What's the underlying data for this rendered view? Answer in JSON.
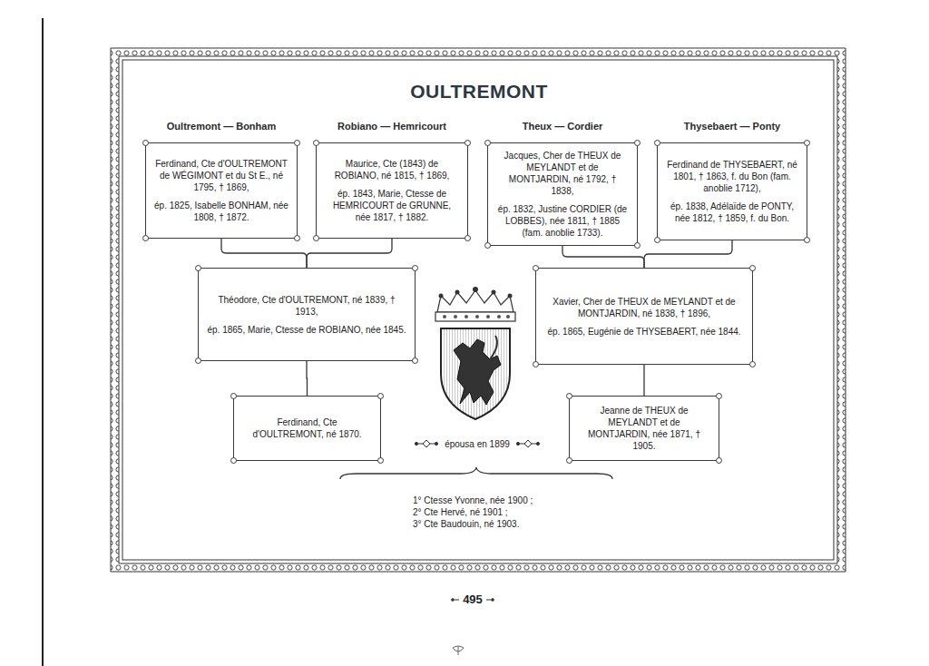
{
  "diagram": {
    "title": "OULTREMONT",
    "nodes": [
      {
        "text": [
          "Oultremont — Bonham",
          "Ferdinand, Cte d'OULTREMONT de WÉGIMONT et du St E., né 1795, † 1869,",
          "ép. 1825, Isabelle BONHAM, née 1808, † 1872."
        ]
      },
      {
        "text": [
          "Robiano — Hemricourt",
          "Maurice, Cte (1843) de ROBIANO, né 1815, † 1869,",
          "ép. 1843, Marie, Ctesse de HEMRICOURT de GRUNNE, née 1817, † 1882."
        ]
      },
      {
        "text": [
          "Theux — Cordier",
          "Jacques, Cher de THEUX de MEYLANDT et de MONTJARDIN, né 1792, † 1838,",
          "ép. 1832, Justine CORDIER (de LOBBES), née 1811, † 1885 (fam. anoblie 1733)."
        ]
      },
      {
        "text": [
          "Thysebaert — Ponty",
          "Ferdinand de THYSEBAERT, né 1801, † 1863, f. du Bon (fam. anoblie 1712),",
          "ép. 1838, Adélaïde de PONTY, née 1812, † 1859, f. du Bon."
        ]
      },
      {
        "text": [
          "Théodore, Cte d'OULTREMONT, né 1839, † 1913,",
          "ép. 1865, Marie, Ctesse de ROBIANO, née 1845."
        ]
      },
      {
        "text": [
          "Xavier, Cher de THEUX de MEYLANDT et de MONTJARDIN, né 1838, † 1896,",
          "ép. 1865, Eugénie de THYSEBAERT, née 1844."
        ]
      },
      {
        "text": [
          "Ferdinand, Cte d'OULTREMONT, né 1870."
        ]
      },
      {
        "text": [
          "Jeanne de THEUX de MEYLANDT et de MONTJARDIN, née 1871, † 1905."
        ]
      }
    ],
    "edges": [
      {
        "from": 0,
        "to": 4,
        "arrow": "none"
      },
      {
        "from": 1,
        "to": 4,
        "arrow": "none"
      },
      {
        "from": 2,
        "to": 5,
        "arrow": "none"
      },
      {
        "from": 3,
        "to": 5,
        "arrow": "none"
      },
      {
        "from": 4,
        "to": 6,
        "arrow": "none"
      },
      {
        "from": 5,
        "to": 7,
        "arrow": "none"
      }
    ],
    "labels": [
      "épousa en 1899",
      "1° Ctesse Yvonne, née 1900 ;",
      "2° Cte Hervé, né 1901 ;",
      "3° Cte Baudouin, né 1903.",
      "495"
    ]
  }
}
